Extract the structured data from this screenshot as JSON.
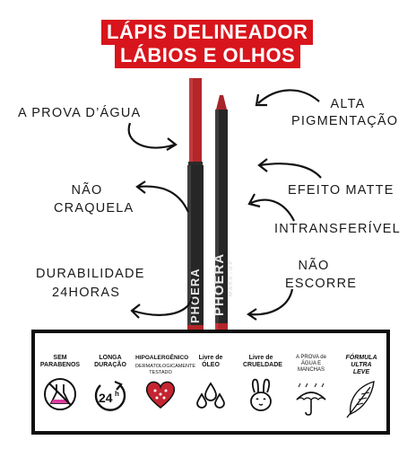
{
  "title": {
    "line1": "LÁPIS DELINEADOR",
    "line2": "LÁBIOS E OLHOS",
    "color": "#d8141c"
  },
  "claims": {
    "a_prova": "A PROVA D’ÁGUA",
    "alta": "ALTA",
    "pigmentacao": "PIGMENTAÇÃO",
    "nao": "NÃO",
    "craquela": "CRAQUELA",
    "efeito": "EFEITO MATTE",
    "intransferivel": "INTRANSFERÍVEL",
    "durabilidade": "DURABILIDADE",
    "horas": "24HORAS",
    "nao2": "NÃO",
    "escorre": "ESCORRE"
  },
  "product": {
    "brand": "PHOERA",
    "sub": "MAKE-UP",
    "color": "#b3262a"
  },
  "features": [
    {
      "label": "SEM PARABENOS",
      "icon": "flask-crossed-icon"
    },
    {
      "label": "LONGA DURAÇÃO",
      "badge": "24",
      "sup": "h",
      "icon": "24h-clock-icon"
    },
    {
      "label": "HIPOALERGÊNICO",
      "sub": "DERMATOLOGICAMENTE TESTADO",
      "icon": "heart-icon"
    },
    {
      "label": "Livre de ÓLEO",
      "icon": "drops-icon"
    },
    {
      "label": "Livre de CRUELDADE",
      "icon": "bunny-icon"
    },
    {
      "label": "A PROVA de ÁGUA E MANCHAS",
      "icon": "umbrella-icon"
    },
    {
      "label": "FÓRMULA ULTRA LEVE",
      "icon": "feather-icon"
    }
  ]
}
